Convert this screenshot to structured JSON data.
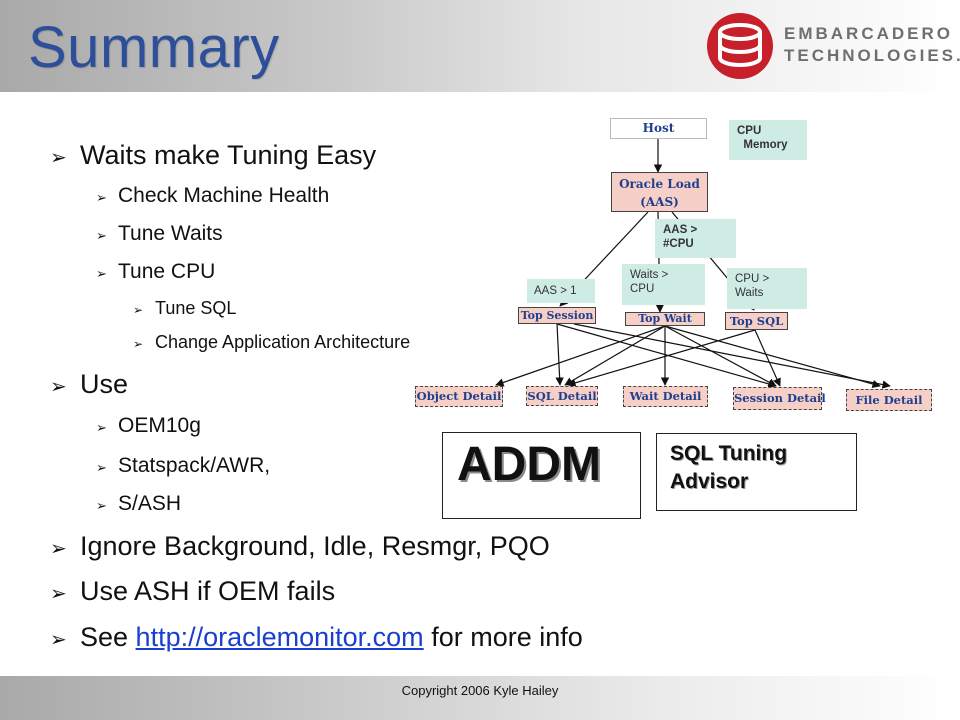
{
  "slide": {
    "title": "Summary",
    "logo": {
      "line1": "EMBARCADERO",
      "line2": "TECHNOLOGIES."
    },
    "bullets": {
      "b1": "Waits make Tuning Easy",
      "b1_1": "Check Machine Health",
      "b1_2": "Tune Waits",
      "b1_3": "Tune CPU",
      "b1_3_1": "Tune SQL",
      "b1_3_2": "Change Application Architecture",
      "b2": "Use",
      "b2_1": "OEM10g",
      "b2_2": "Statspack/AWR,",
      "b2_3": "S/ASH",
      "b3": "Ignore Background, Idle, Resmgr, PQO",
      "b4": "Use ASH if OEM fails",
      "b5_pre": "See ",
      "b5_link": "http://oraclemonitor.com",
      "b5_post": "  for more info"
    },
    "diagram": {
      "host": "Host",
      "cpu_memory": "CPU\n  Memory",
      "oracle_load": "Oracle Load\n(AAS)",
      "aas_cpu": "AAS >\n#CPU",
      "aas_1": "AAS > 1",
      "waits_cpu": "Waits >\nCPU",
      "cpu_waits": "CPU >\nWaits",
      "top_session": "Top Session",
      "top_wait": "Top Wait",
      "top_sql": "Top SQL",
      "object_detail": "Object Detail",
      "sql_detail": "SQL Detail",
      "wait_detail": "Wait Detail",
      "session_detail": "Session Detail",
      "file_detail": "File Detail"
    },
    "addm": "ADDM",
    "sql_tuning_advisor": "SQL Tuning\nAdvisor",
    "footer": "Copyright 2006 Kyle Hailey",
    "colors": {
      "title": "#2d4f99",
      "logo_red": "#c8202a",
      "link": "#1a3fd0",
      "box_fill": "#f6cfc6",
      "note_fill": "#cfece4"
    }
  }
}
